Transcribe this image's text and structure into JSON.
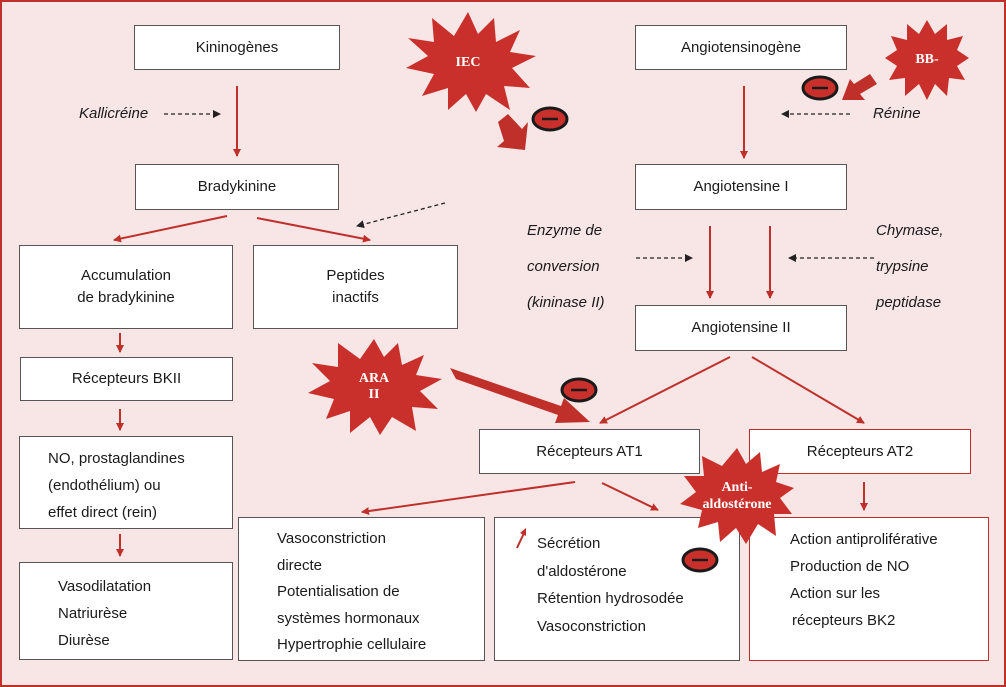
{
  "boxes": {
    "kininogenes": "Kininogènes",
    "bradykinine": "Bradykinine",
    "accumulation": [
      "Accumulation",
      "de bradykinine"
    ],
    "peptides": [
      "Peptides",
      "inactifs"
    ],
    "recepteurs_bkii": "Récepteurs BKII",
    "no_prostaglandines": [
      "NO, prostaglandines",
      "(endothélium) ou",
      "effet direct (rein)"
    ],
    "vasodilatation": [
      "Vasodilatation",
      "Natriurèse",
      "Diurèse"
    ],
    "angiotensinogene": "Angiotensinogène",
    "angiotensine_i": "Angiotensine I",
    "angiotensine_ii": "Angiotensine II",
    "recepteurs_at1": "Récepteurs AT1",
    "recepteurs_at2": "Récepteurs AT2",
    "vasoconstriction_effects": [
      "Vasoconstriction",
      "directe",
      "Potentialisation de",
      "systèmes hormonaux",
      "Hypertrophie cellulaire"
    ],
    "aldosterone_effects": [
      "Sécrétion",
      "d'aldostérone",
      "Rétention hydrosodée",
      "Vasoconstriction"
    ],
    "at2_effects": [
      "Action antiproliférative",
      "Production de NO",
      "Action sur les",
      "récepteurs BK2"
    ]
  },
  "labels": {
    "kallicreine": "Kallicréine",
    "renine": "Rénine",
    "enzyme": [
      "Enzyme de",
      "conversion",
      "(kininase II)"
    ],
    "chymase": [
      "Chymase,",
      "trypsine",
      "peptidase"
    ]
  },
  "bursts": {
    "iec": "IEC",
    "bb": "BB-",
    "ara": [
      "ARA",
      "II"
    ],
    "anti_aldo": [
      "Anti-",
      "aldostérone"
    ]
  },
  "colors": {
    "accent": "#c0302b",
    "background": "#f8e6e6",
    "box_border": "#555555"
  }
}
